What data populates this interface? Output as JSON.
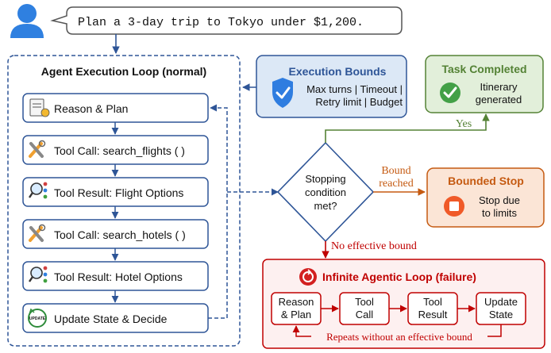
{
  "prompt": {
    "text": "Plan a 3-day trip to Tokyo under $1,200."
  },
  "loop": {
    "title": "Agent Execution Loop (normal)",
    "steps": [
      {
        "label": "Reason & Plan",
        "icon": "plan-icon"
      },
      {
        "label": "Tool Call: search_flights ( )",
        "icon": "tools-icon"
      },
      {
        "label": "Tool Result: Flight Options",
        "icon": "search-result-icon"
      },
      {
        "label": "Tool Call: search_hotels ( )",
        "icon": "tools-icon"
      },
      {
        "label": "Tool Result: Hotel Options",
        "icon": "search-result-icon"
      },
      {
        "label": "Update State & Decide",
        "icon": "update-icon",
        "badge": "UPDATE"
      }
    ]
  },
  "bounds": {
    "title": "Execution Bounds",
    "line1": "Max turns | Timeout |",
    "line2": "Retry limit | Budget"
  },
  "decision": {
    "line1": "Stopping",
    "line2": "condition",
    "line3": "met?"
  },
  "completed": {
    "title": "Task Completed",
    "line1": "Itinerary",
    "line2": "generated"
  },
  "bounded_stop": {
    "title": "Bounded Stop",
    "line1": "Stop due",
    "line2": "to limits"
  },
  "edges": {
    "yes": "Yes",
    "bound_line1": "Bound",
    "bound_line2": "reached",
    "no_bound": "No effective bound"
  },
  "failure": {
    "title": "Infinite Agentic Loop (failure)",
    "nodes": [
      {
        "line1": "Reason",
        "line2": "& Plan"
      },
      {
        "line1": "Tool",
        "line2": "Call"
      },
      {
        "line1": "Tool",
        "line2": "Result"
      },
      {
        "line1": "Update",
        "line2": "State"
      }
    ],
    "repeat_label": "Repeats without an effective bound"
  },
  "colors": {
    "blue": "#2e5597",
    "green": "#548235",
    "orange": "#c55a11",
    "red": "#c00000"
  }
}
